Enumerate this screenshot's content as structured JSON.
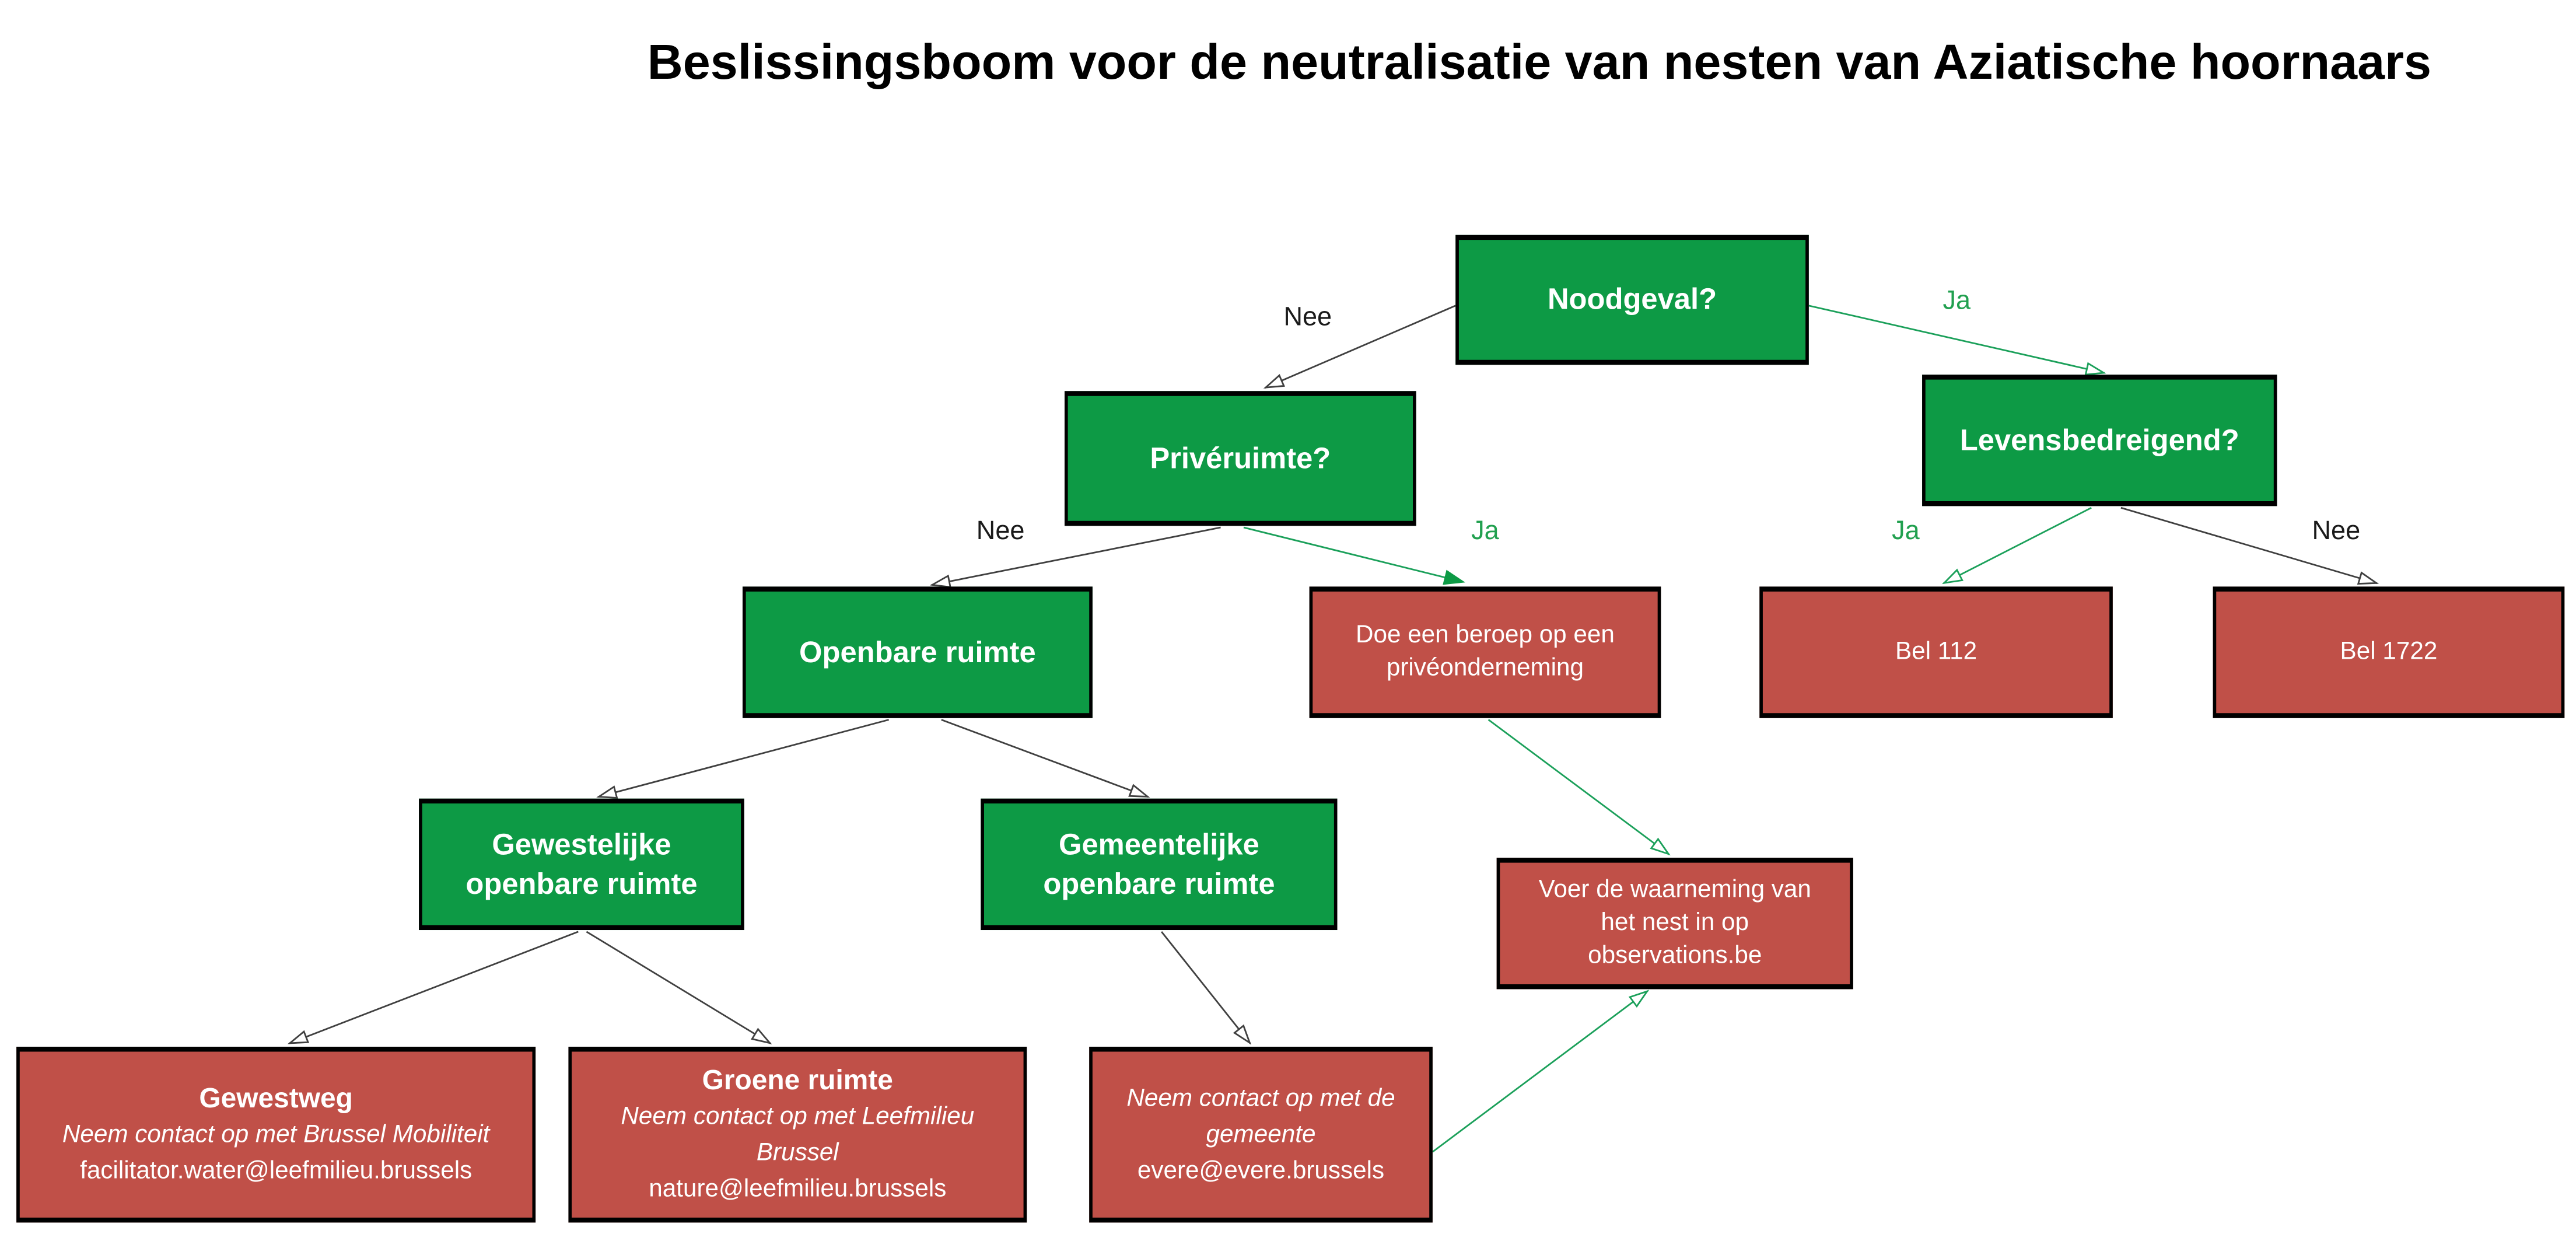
{
  "title": "Beslissingsboom voor de neutralisatie van nesten van Aziatische hoornaars",
  "colors": {
    "decision_green": "#0D9A45",
    "action_red": "#C05048",
    "edge_green": "#1BA05A",
    "edge_black": "#404040",
    "label_ja_green": "#21A04F",
    "label_nee_black": "#1A1A1A",
    "node_border": "#000000",
    "node_text": "#FFFFFF"
  },
  "nodes": {
    "noodgeval": {
      "label": "Noodgeval?"
    },
    "priveruimte": {
      "label": "Privéruimte?"
    },
    "levensbedreigend": {
      "label": "Levensbedreigend?"
    },
    "openbare_ruimte": {
      "label": "Openbare ruimte"
    },
    "doe_beroep": {
      "label": "Doe een beroep op een\nprivéonderneming"
    },
    "bel_112": {
      "label": "Bel 112"
    },
    "bel_1722": {
      "label": "Bel 1722"
    },
    "gewestelijke": {
      "label": "Gewestelijke\nopenbare ruimte"
    },
    "gemeentelijke": {
      "label": "Gemeentelijke\nopenbare ruimte"
    },
    "voer_waarneming": {
      "label": "Voer de waarneming van\nhet nest in op\nobservations.be"
    },
    "gewestweg": {
      "title": "Gewestweg",
      "note": "Neem contact op met Brussel Mobiliteit",
      "email": "facilitator.water@leefmilieu.brussels"
    },
    "groene_ruimte": {
      "title": "Groene ruimte",
      "note": "Neem contact op met Leefmilieu\nBrussel",
      "email": "nature@leefmilieu.brussels"
    },
    "gemeente": {
      "note": "Neem contact op met de\ngemeente",
      "email": "evere@evere.brussels"
    }
  },
  "edge_labels": {
    "noodgeval_nee": "Nee",
    "noodgeval_ja": "Ja",
    "priveruimte_nee": "Nee",
    "priveruimte_ja": "Ja",
    "levensbedreigend_ja": "Ja",
    "levensbedreigend_nee": "Nee"
  },
  "edges": [
    {
      "from": "noodgeval",
      "to": "priveruimte",
      "label": "Nee",
      "color": "black"
    },
    {
      "from": "noodgeval",
      "to": "levensbedreigend",
      "label": "Ja",
      "color": "green"
    },
    {
      "from": "priveruimte",
      "to": "openbare_ruimte",
      "label": "Nee",
      "color": "black"
    },
    {
      "from": "priveruimte",
      "to": "doe_beroep",
      "label": "Ja",
      "color": "green"
    },
    {
      "from": "levensbedreigend",
      "to": "bel_112",
      "label": "Ja",
      "color": "green"
    },
    {
      "from": "levensbedreigend",
      "to": "bel_1722",
      "label": "Nee",
      "color": "black"
    },
    {
      "from": "openbare_ruimte",
      "to": "gewestelijke",
      "label": "",
      "color": "black"
    },
    {
      "from": "openbare_ruimte",
      "to": "gemeentelijke",
      "label": "",
      "color": "black"
    },
    {
      "from": "gewestelijke",
      "to": "gewestweg",
      "label": "",
      "color": "black"
    },
    {
      "from": "gewestelijke",
      "to": "groene_ruimte",
      "label": "",
      "color": "black"
    },
    {
      "from": "gemeentelijke",
      "to": "gemeente",
      "label": "",
      "color": "black"
    },
    {
      "from": "doe_beroep",
      "to": "voer_waarneming",
      "label": "",
      "color": "green"
    },
    {
      "from": "gemeente",
      "to": "voer_waarneming",
      "label": "",
      "color": "green"
    }
  ]
}
